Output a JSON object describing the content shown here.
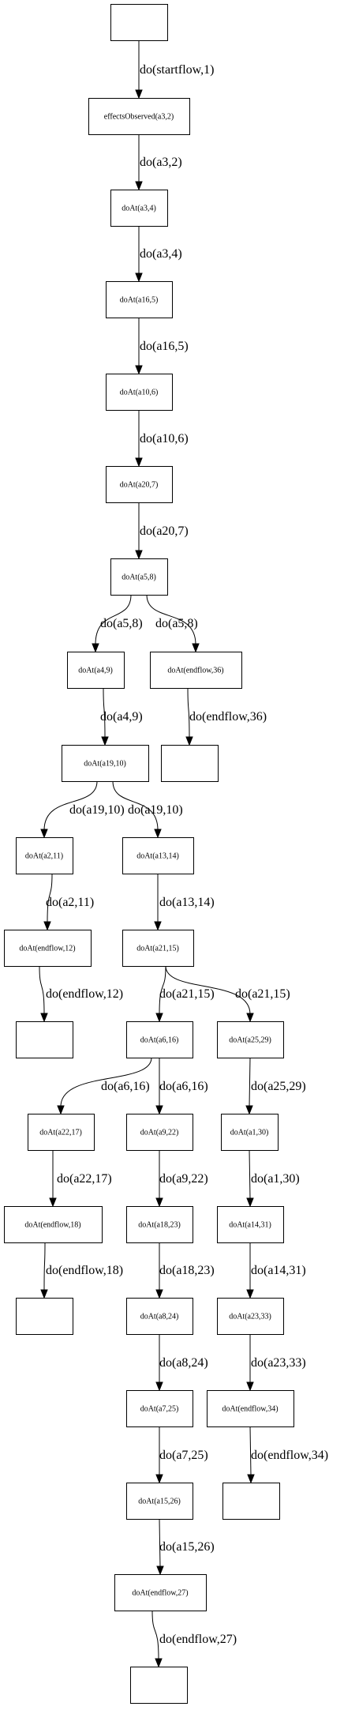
{
  "diagram": {
    "type": "flow-graph",
    "nodes": [
      {
        "id": "n0",
        "label": ""
      },
      {
        "id": "n1",
        "label": "effectsObserved(a3,2)"
      },
      {
        "id": "n2",
        "label": "doAt(a3,4)"
      },
      {
        "id": "n3",
        "label": "doAt(a16,5)"
      },
      {
        "id": "n4",
        "label": "doAt(a10,6)"
      },
      {
        "id": "n5",
        "label": "doAt(a20,7)"
      },
      {
        "id": "n6",
        "label": "doAt(a5,8)"
      },
      {
        "id": "n7",
        "label": "doAt(a4,9)"
      },
      {
        "id": "n8",
        "label": "doAt(endflow,36)"
      },
      {
        "id": "n9",
        "label": ""
      },
      {
        "id": "n10",
        "label": "doAt(a19,10)"
      },
      {
        "id": "n11",
        "label": "doAt(a2,11)"
      },
      {
        "id": "n12",
        "label": "doAt(a13,14)"
      },
      {
        "id": "n13",
        "label": "doAt(endflow,12)"
      },
      {
        "id": "n14",
        "label": "doAt(a21,15)"
      },
      {
        "id": "n15",
        "label": ""
      },
      {
        "id": "n16",
        "label": "doAt(a6,16)"
      },
      {
        "id": "n17",
        "label": "doAt(a25,29)"
      },
      {
        "id": "n18",
        "label": "doAt(a22,17)"
      },
      {
        "id": "n19",
        "label": "doAt(a9,22)"
      },
      {
        "id": "n20",
        "label": "doAt(a1,30)"
      },
      {
        "id": "n21",
        "label": "doAt(endflow,18)"
      },
      {
        "id": "n22",
        "label": "doAt(a18,23)"
      },
      {
        "id": "n23",
        "label": "doAt(a14,31)"
      },
      {
        "id": "n24",
        "label": ""
      },
      {
        "id": "n25",
        "label": "doAt(a8,24)"
      },
      {
        "id": "n26",
        "label": "doAt(a23,33)"
      },
      {
        "id": "n27",
        "label": "doAt(a7,25)"
      },
      {
        "id": "n28",
        "label": "doAt(endflow,34)"
      },
      {
        "id": "n29",
        "label": "doAt(a15,26)"
      },
      {
        "id": "n30",
        "label": ""
      },
      {
        "id": "n31",
        "label": "doAt(endflow,27)"
      },
      {
        "id": "n32",
        "label": ""
      }
    ],
    "edges": [
      {
        "from": "n0",
        "to": "n1",
        "label": "do(startflow,1)"
      },
      {
        "from": "n1",
        "to": "n2",
        "label": "do(a3,2)"
      },
      {
        "from": "n2",
        "to": "n3",
        "label": "do(a3,4)"
      },
      {
        "from": "n3",
        "to": "n4",
        "label": "do(a16,5)"
      },
      {
        "from": "n4",
        "to": "n5",
        "label": "do(a10,6)"
      },
      {
        "from": "n5",
        "to": "n6",
        "label": "do(a20,7)"
      },
      {
        "from": "n6",
        "to": "n7",
        "label": "do(a5,8)"
      },
      {
        "from": "n6",
        "to": "n8",
        "label": "do(a5,8)"
      },
      {
        "from": "n7",
        "to": "n10",
        "label": "do(a4,9)"
      },
      {
        "from": "n8",
        "to": "n9",
        "label": "do(endflow,36)"
      },
      {
        "from": "n10",
        "to": "n11",
        "label": "do(a19,10)"
      },
      {
        "from": "n10",
        "to": "n12",
        "label": "do(a19,10)"
      },
      {
        "from": "n11",
        "to": "n13",
        "label": "do(a2,11)"
      },
      {
        "from": "n12",
        "to": "n14",
        "label": "do(a13,14)"
      },
      {
        "from": "n13",
        "to": "n15",
        "label": "do(endflow,12)"
      },
      {
        "from": "n14",
        "to": "n16",
        "label": "do(a21,15)"
      },
      {
        "from": "n14",
        "to": "n17",
        "label": "do(a21,15)"
      },
      {
        "from": "n16",
        "to": "n18",
        "label": "do(a6,16)"
      },
      {
        "from": "n16",
        "to": "n19",
        "label": "do(a6,16)"
      },
      {
        "from": "n17",
        "to": "n20",
        "label": "do(a25,29)"
      },
      {
        "from": "n18",
        "to": "n21",
        "label": "do(a22,17)"
      },
      {
        "from": "n19",
        "to": "n22",
        "label": "do(a9,22)"
      },
      {
        "from": "n20",
        "to": "n23",
        "label": "do(a1,30)"
      },
      {
        "from": "n21",
        "to": "n24",
        "label": "do(endflow,18)"
      },
      {
        "from": "n22",
        "to": "n25",
        "label": "do(a18,23)"
      },
      {
        "from": "n23",
        "to": "n26",
        "label": "do(a14,31)"
      },
      {
        "from": "n25",
        "to": "n27",
        "label": "do(a8,24)"
      },
      {
        "from": "n26",
        "to": "n28",
        "label": "do(a23,33)"
      },
      {
        "from": "n27",
        "to": "n29",
        "label": "do(a7,25)"
      },
      {
        "from": "n28",
        "to": "n30",
        "label": "do(endflow,34)"
      },
      {
        "from": "n29",
        "to": "n31",
        "label": "do(a15,26)"
      },
      {
        "from": "n31",
        "to": "n32",
        "label": "do(endflow,27)"
      }
    ]
  }
}
